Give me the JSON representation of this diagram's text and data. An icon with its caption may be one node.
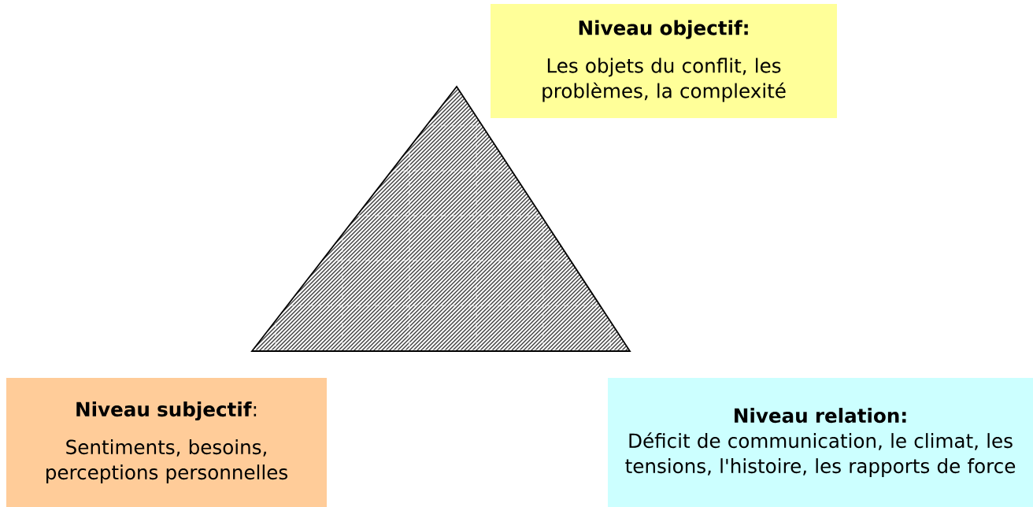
{
  "diagram": {
    "nodes": [
      {
        "text": [],
        "shape": "triangle"
      },
      {
        "text": [
          "Niveau objectif:",
          "Les objets du conflit, les problèmes, la complexité"
        ]
      },
      {
        "text": [
          "**Niveau subjectif**:",
          "Sentiments, besoins, perceptions personnelles"
        ]
      },
      {
        "text": [
          "Niveau relation:",
          "Déficit de communication, le climat, les tensions, l'histoire, les rapports de force"
        ]
      }
    ],
    "edges": []
  }
}
